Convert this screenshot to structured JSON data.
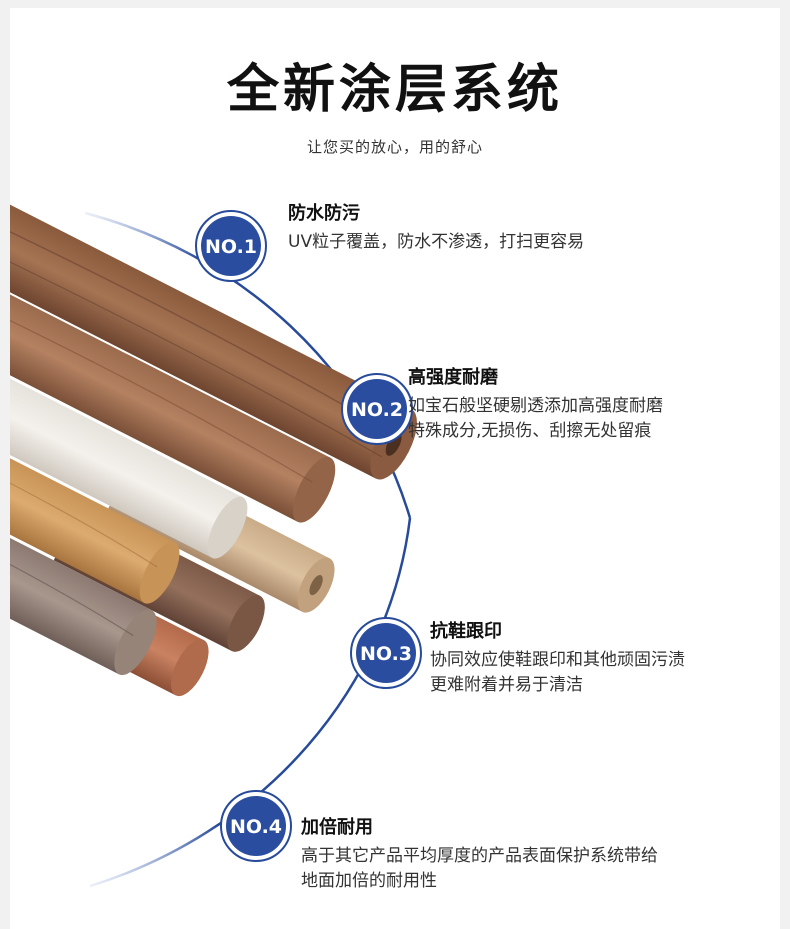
{
  "header": {
    "title": "全新涂层系统",
    "subtitle": "让您买的放心，用的舒心"
  },
  "colors": {
    "badge_blue": "#2a4d9f",
    "arc_blue": "#274a9a",
    "title_text": "#111111",
    "desc_text": "#333333"
  },
  "features": [
    {
      "badge": "NO.1",
      "title": "防水防污",
      "desc": [
        "UV粒子覆盖，防水不渗透，打扫更容易"
      ]
    },
    {
      "badge": "NO.2",
      "title": "高强度耐磨",
      "desc": [
        "如宝石般坚硬剔透添加高强度耐磨",
        "特殊成分,无损伤、刮擦无处留痕"
      ]
    },
    {
      "badge": "NO.3",
      "title": "抗鞋跟印",
      "desc": [
        "协同效应使鞋跟印和其他顽固污渍",
        "更难附着并易于清洁"
      ]
    },
    {
      "badge": "NO.4",
      "title": "加倍耐用",
      "desc": [
        "高于其它产品平均厚度的产品表面保护系统带给",
        "地面加倍的耐用性"
      ]
    }
  ]
}
